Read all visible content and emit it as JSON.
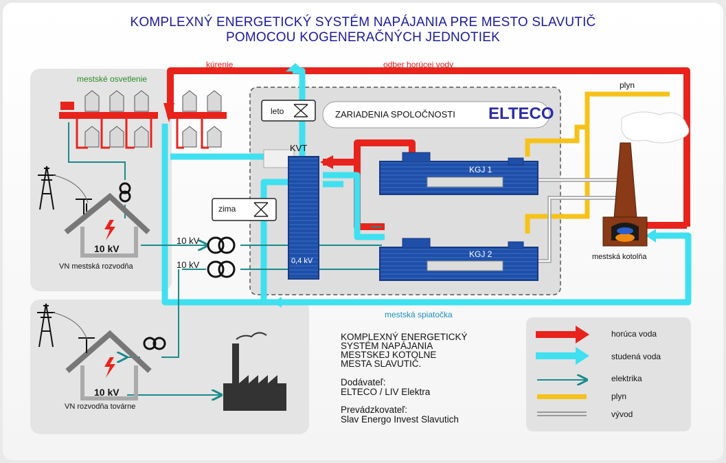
{
  "title": {
    "line1": "KOMPLEXNÝ ENERGETICKÝ SYSTÉM NAPÁJANIA PRE MESTO SLAVUTIČ",
    "line2": "POMOCOU KOGENERAČNÝCH JEDNOTIEK"
  },
  "labels": {
    "heating": "kúrenie",
    "hot_water": "odber horúcej vody",
    "street_light": "mestské osvetlenie",
    "gas": "plyn",
    "company": "ZARIADENIA SPOLOČNOSTI",
    "brand": "ELTECO",
    "summer": "leto",
    "winter": "zima",
    "kvt": "KVT",
    "kgj1": "KGJ 1",
    "kgj2": "KGJ 2",
    "kv04": "0,4 kV",
    "kv10a": "10 kV",
    "kv10b": "10 kV",
    "substation_city_kv": "10 kV",
    "substation_city": "VN mestská rozvodňa",
    "substation_factory_kv": "10 kV",
    "substation_factory": "VN rozvodňa továrne",
    "boiler_house": "mestská kotolňa",
    "return_line": "mestská spiatočka"
  },
  "info": {
    "l1": "KOMPLEXNÝ ENERGETICKÝ",
    "l2": "SYSTÉM NAPÁJANIA",
    "l3": "MESTSKEJ KOTOLNE",
    "l4": "MESTA SLAVUTIČ.",
    "supplier_label": "Dodávateľ:",
    "supplier": "ELTECO / LIV Elektra",
    "operator_label": "Prevádzkovateľ:",
    "operator": "Slav Energo Invest Slavutich"
  },
  "legend": [
    {
      "label": "horúca voda",
      "color": "#e8231c"
    },
    {
      "label": "studená voda",
      "color": "#3fe0f0"
    },
    {
      "label": "elektrika",
      "color": "#1a8a8a"
    },
    {
      "label": "plyn",
      "color": "#f6c21a"
    },
    {
      "label": "vývod",
      "color": "#999999"
    }
  ],
  "colors": {
    "hot": "#e8231c",
    "cold": "#3fe0f0",
    "elec": "#1a8a8a",
    "gas": "#f6c21a",
    "title": "#1a1aa0"
  }
}
